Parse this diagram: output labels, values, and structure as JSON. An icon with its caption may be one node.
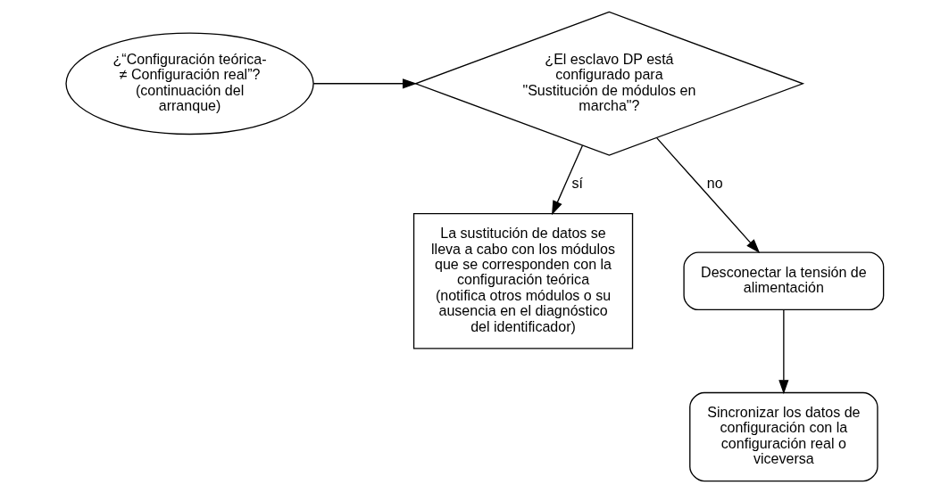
{
  "diagram": {
    "nodes": [
      {
        "text": [
          "¿“Configuración teórica- ≠ Configuración real”? (continuación del arranque)"
        ]
      },
      {
        "text": [
          "¿El esclavo DP está configurado para \"Sustitución de módulos en marcha\"?"
        ]
      },
      {
        "text": [
          "La sustitución de datos se lleva a cabo con los módulos que se corresponden con la configuración teórica",
          "(notifica otros módulos o su ausencia en el diagnóstico del identificador)"
        ]
      },
      {
        "text": [
          "Desconectar la tensión de alimentación"
        ]
      },
      {
        "text": [
          "Sincronizar los datos de configuración con la configuración real o viceversa"
        ]
      }
    ],
    "edges": [
      {
        "from": 0,
        "to": 1,
        "arrow": "to"
      },
      {
        "from": 1,
        "to": 2,
        "arrow": "to",
        "label": "sí"
      },
      {
        "from": 1,
        "to": 3,
        "arrow": "to",
        "label": "no"
      },
      {
        "from": 3,
        "to": 4,
        "arrow": "to"
      }
    ]
  }
}
